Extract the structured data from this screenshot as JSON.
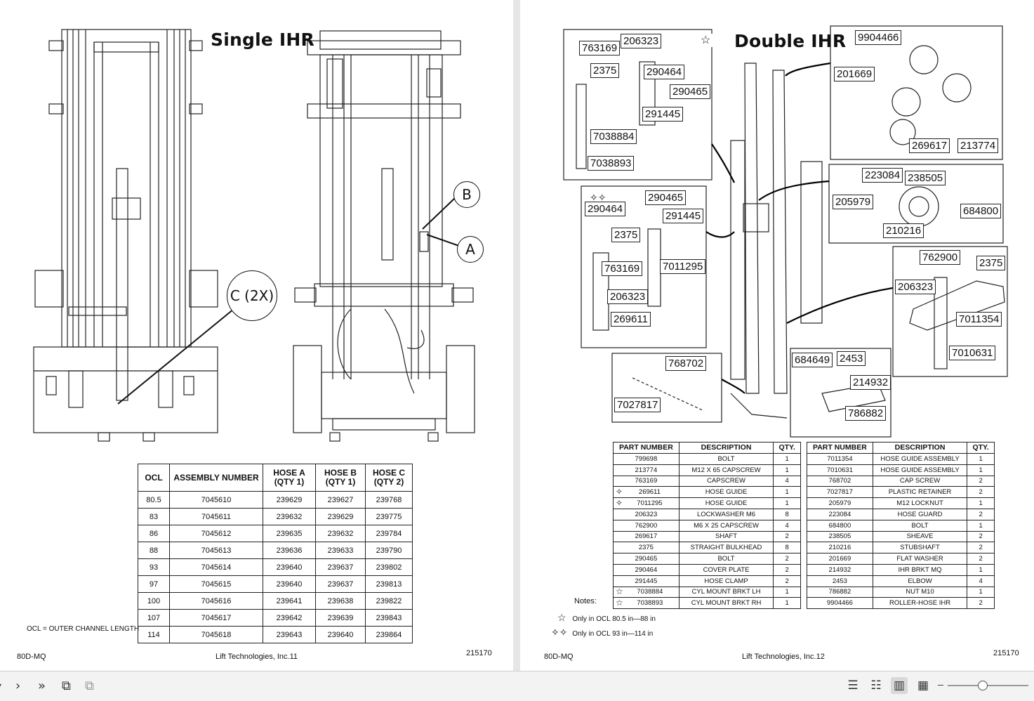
{
  "left_page": {
    "title": "Single IHR",
    "callouts": {
      "b": "B",
      "a": "A",
      "c": "C (2X)"
    },
    "ocl_table": {
      "headers": [
        "OCL",
        "ASSEMBLY NUMBER",
        "HOSE A (QTY 1)",
        "HOSE B (QTY 1)",
        "HOSE C (QTY 2)"
      ],
      "rows": [
        [
          "80.5",
          "7045610",
          "239629",
          "239627",
          "239768"
        ],
        [
          "83",
          "7045611",
          "239632",
          "239629",
          "239775"
        ],
        [
          "86",
          "7045612",
          "239635",
          "239632",
          "239784"
        ],
        [
          "88",
          "7045613",
          "239636",
          "239633",
          "239790"
        ],
        [
          "93",
          "7045614",
          "239640",
          "239637",
          "239802"
        ],
        [
          "97",
          "7045615",
          "239640",
          "239637",
          "239813"
        ],
        [
          "100",
          "7045616",
          "239641",
          "239638",
          "239822"
        ],
        [
          "107",
          "7045617",
          "239642",
          "239639",
          "239843"
        ],
        [
          "114",
          "7045618",
          "239643",
          "239640",
          "239864"
        ]
      ]
    },
    "ocl_note": "OCL = OUTER CHANNEL LENGTH",
    "footer": {
      "model": "80D-MQ",
      "company": "Lift Technologies, Inc.11",
      "doc_number": "215170"
    }
  },
  "right_page": {
    "title": "Double IHR",
    "callout_labels": {
      "box1": [
        "763169",
        "206323",
        "2375",
        "290464",
        "290465",
        "291445",
        "7038884",
        "7038893"
      ],
      "box2": [
        "9904466",
        "201669",
        "269617",
        "213774"
      ],
      "box3": [
        "290465",
        "290464",
        "291445",
        "2375",
        "763169",
        "7011295",
        "206323",
        "269611"
      ],
      "box4": [
        "223084",
        "238505",
        "205979",
        "684800",
        "210216"
      ],
      "box5": [
        "762900",
        "2375",
        "206323",
        "7011354",
        "7010631"
      ],
      "box6": [
        "768702",
        "7027817"
      ],
      "box7": [
        "684649",
        "2453",
        "214932",
        "786882"
      ]
    },
    "parts_headers": [
      "PART NUMBER",
      "DESCRIPTION",
      "QTY."
    ],
    "parts_left": [
      {
        "mark": "",
        "part": "799698",
        "desc": "BOLT",
        "qty": "1"
      },
      {
        "mark": "",
        "part": "213774",
        "desc": "M12 X 65 CAPSCREW",
        "qty": "1"
      },
      {
        "mark": "",
        "part": "763169",
        "desc": "CAPSCREW",
        "qty": "4"
      },
      {
        "mark": "✧",
        "part": "269611",
        "desc": "HOSE GUIDE",
        "qty": "1"
      },
      {
        "mark": "✧",
        "part": "7011295",
        "desc": "HOSE GUIDE",
        "qty": "1"
      },
      {
        "mark": "",
        "part": "206323",
        "desc": "LOCKWASHER M6",
        "qty": "8"
      },
      {
        "mark": "",
        "part": "762900",
        "desc": "M6 X 25 CAPSCREW",
        "qty": "4"
      },
      {
        "mark": "",
        "part": "269617",
        "desc": "SHAFT",
        "qty": "2"
      },
      {
        "mark": "",
        "part": "2375",
        "desc": "STRAIGHT BULKHEAD",
        "qty": "8"
      },
      {
        "mark": "",
        "part": "290465",
        "desc": "BOLT",
        "qty": "2"
      },
      {
        "mark": "",
        "part": "290464",
        "desc": "COVER PLATE",
        "qty": "2"
      },
      {
        "mark": "",
        "part": "291445",
        "desc": "HOSE CLAMP",
        "qty": "2"
      },
      {
        "mark": "☆",
        "part": "7038884",
        "desc": "CYL MOUNT BRKT LH",
        "qty": "1"
      },
      {
        "mark": "☆",
        "part": "7038893",
        "desc": "CYL MOUNT BRKT RH",
        "qty": "1"
      }
    ],
    "parts_right": [
      {
        "part": "7011354",
        "desc": "HOSE GUIDE ASSEMBLY",
        "qty": "1"
      },
      {
        "part": "7010631",
        "desc": "HOSE GUIDE ASSEMBLY",
        "qty": "1"
      },
      {
        "part": "768702",
        "desc": "CAP SCREW",
        "qty": "2"
      },
      {
        "part": "7027817",
        "desc": "PLASTIC RETAINER",
        "qty": "2"
      },
      {
        "part": "205979",
        "desc": "M12 LOCKNUT",
        "qty": "1"
      },
      {
        "part": "223084",
        "desc": "HOSE GUARD",
        "qty": "2"
      },
      {
        "part": "684800",
        "desc": "BOLT",
        "qty": "1"
      },
      {
        "part": "238505",
        "desc": "SHEAVE",
        "qty": "2"
      },
      {
        "part": "210216",
        "desc": "STUBSHAFT",
        "qty": "2"
      },
      {
        "part": "201669",
        "desc": "FLAT WASHER",
        "qty": "2"
      },
      {
        "part": "214932",
        "desc": "IHR BRKT MQ",
        "qty": "1"
      },
      {
        "part": "2453",
        "desc": "ELBOW",
        "qty": "4"
      },
      {
        "part": "786882",
        "desc": "NUT M10",
        "qty": "1"
      },
      {
        "part": "9904466",
        "desc": "ROLLER-HOSE IHR",
        "qty": "2"
      }
    ],
    "notes_title": "Notes:",
    "notes": [
      {
        "symbol": "☆",
        "text": "Only in OCL 80.5 in—88 in"
      },
      {
        "symbol": "✧✧",
        "text": "Only in OCL 93 in—114 in"
      }
    ],
    "footer": {
      "model": "80D-MQ",
      "company": "Lift Technologies, Inc.12",
      "doc_number": "215170"
    }
  },
  "toolbar": {
    "nav_icons": [
      "dropdown-icon",
      "next-page-icon",
      "last-page-icon",
      "rotate-icon",
      "rotate-alt-icon"
    ],
    "view_icons": [
      "single-page-view-icon",
      "continuous-view-icon",
      "two-page-view-icon",
      "grid-view-icon"
    ],
    "active_view": "two-page-view-icon"
  }
}
